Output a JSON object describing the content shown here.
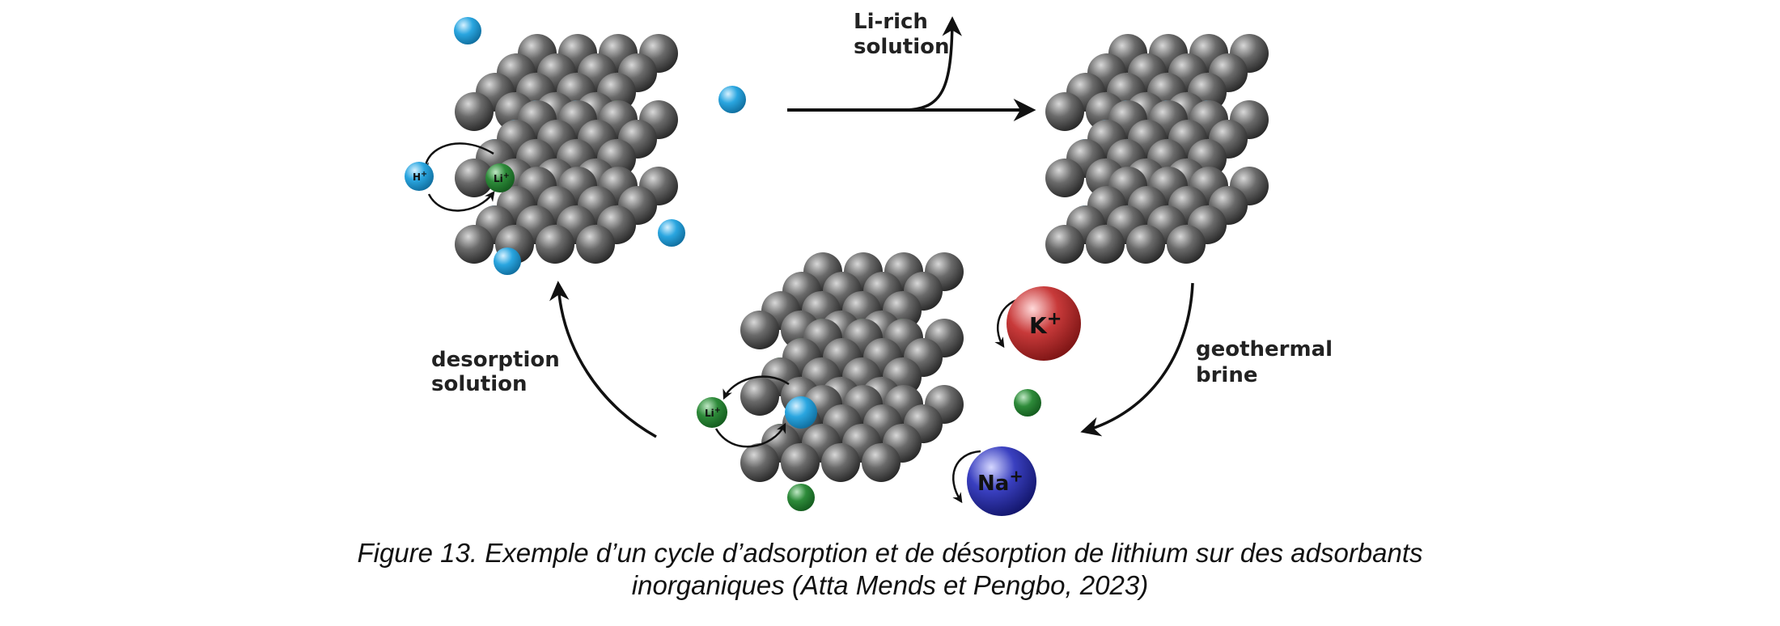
{
  "labels": {
    "li_rich": [
      "Li-rich",
      "solution"
    ],
    "desorption": [
      "desorption",
      "solution"
    ],
    "brine": [
      "geothermal",
      "brine"
    ]
  },
  "ions": {
    "h": "H+",
    "li": "Li+",
    "k": "K+",
    "na": "Na+"
  },
  "caption": {
    "line1": "Figure 13. Exemple d’un cycle d’adsorption et de désorption de lithium sur des adsorbants",
    "line2": "inorganiques (Atta Mends et Pengbo, 2023)"
  },
  "colors": {
    "host": "#4a4a4a",
    "lithium": "#2e8b3a",
    "proton": "#2aa6e0",
    "potassium": "#c83a3a",
    "sodium": "#2a2fa8"
  }
}
